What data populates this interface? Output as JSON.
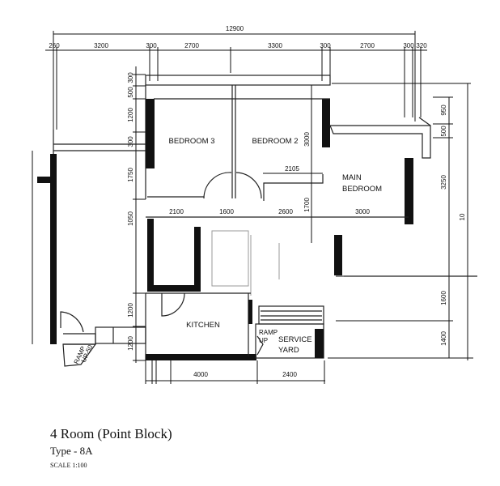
{
  "dimensions": {
    "overall_width": "12900",
    "top": [
      "260",
      "3200",
      "300",
      "2700",
      "3300",
      "300",
      "2700",
      "300",
      "320"
    ],
    "left": [
      "300",
      "500",
      "1200",
      "300",
      "1750",
      "1050",
      "1200",
      "1200"
    ],
    "right": [
      "950",
      "500",
      "3250",
      "1600",
      "1400"
    ],
    "right_outer": "10",
    "interior": {
      "hall_depth": "2105",
      "bedroom2_depth": "3000",
      "corridor": "1700"
    },
    "middle_row": [
      "2100",
      "1600",
      "2600",
      "3000"
    ],
    "bottom": [
      "4000",
      "2400"
    ]
  },
  "rooms": {
    "bedroom3": "BEDROOM 3",
    "bedroom2": "BEDROOM 2",
    "main_bedroom_line1": "MAIN",
    "main_bedroom_line2": "BEDROOM",
    "kitchen": "KITCHEN",
    "service_yard_line1": "SERVICE",
    "service_yard_line2": "YARD",
    "ramp_inner_line1": "RAMP",
    "ramp_inner_line2": "UP",
    "ramp_entry_line1": "RAMP",
    "ramp_entry_line2": "UP-50"
  },
  "caption": {
    "title": "4 Room (Point Block)",
    "type": "Type - 8A",
    "scale": "SCALE  1:100"
  }
}
